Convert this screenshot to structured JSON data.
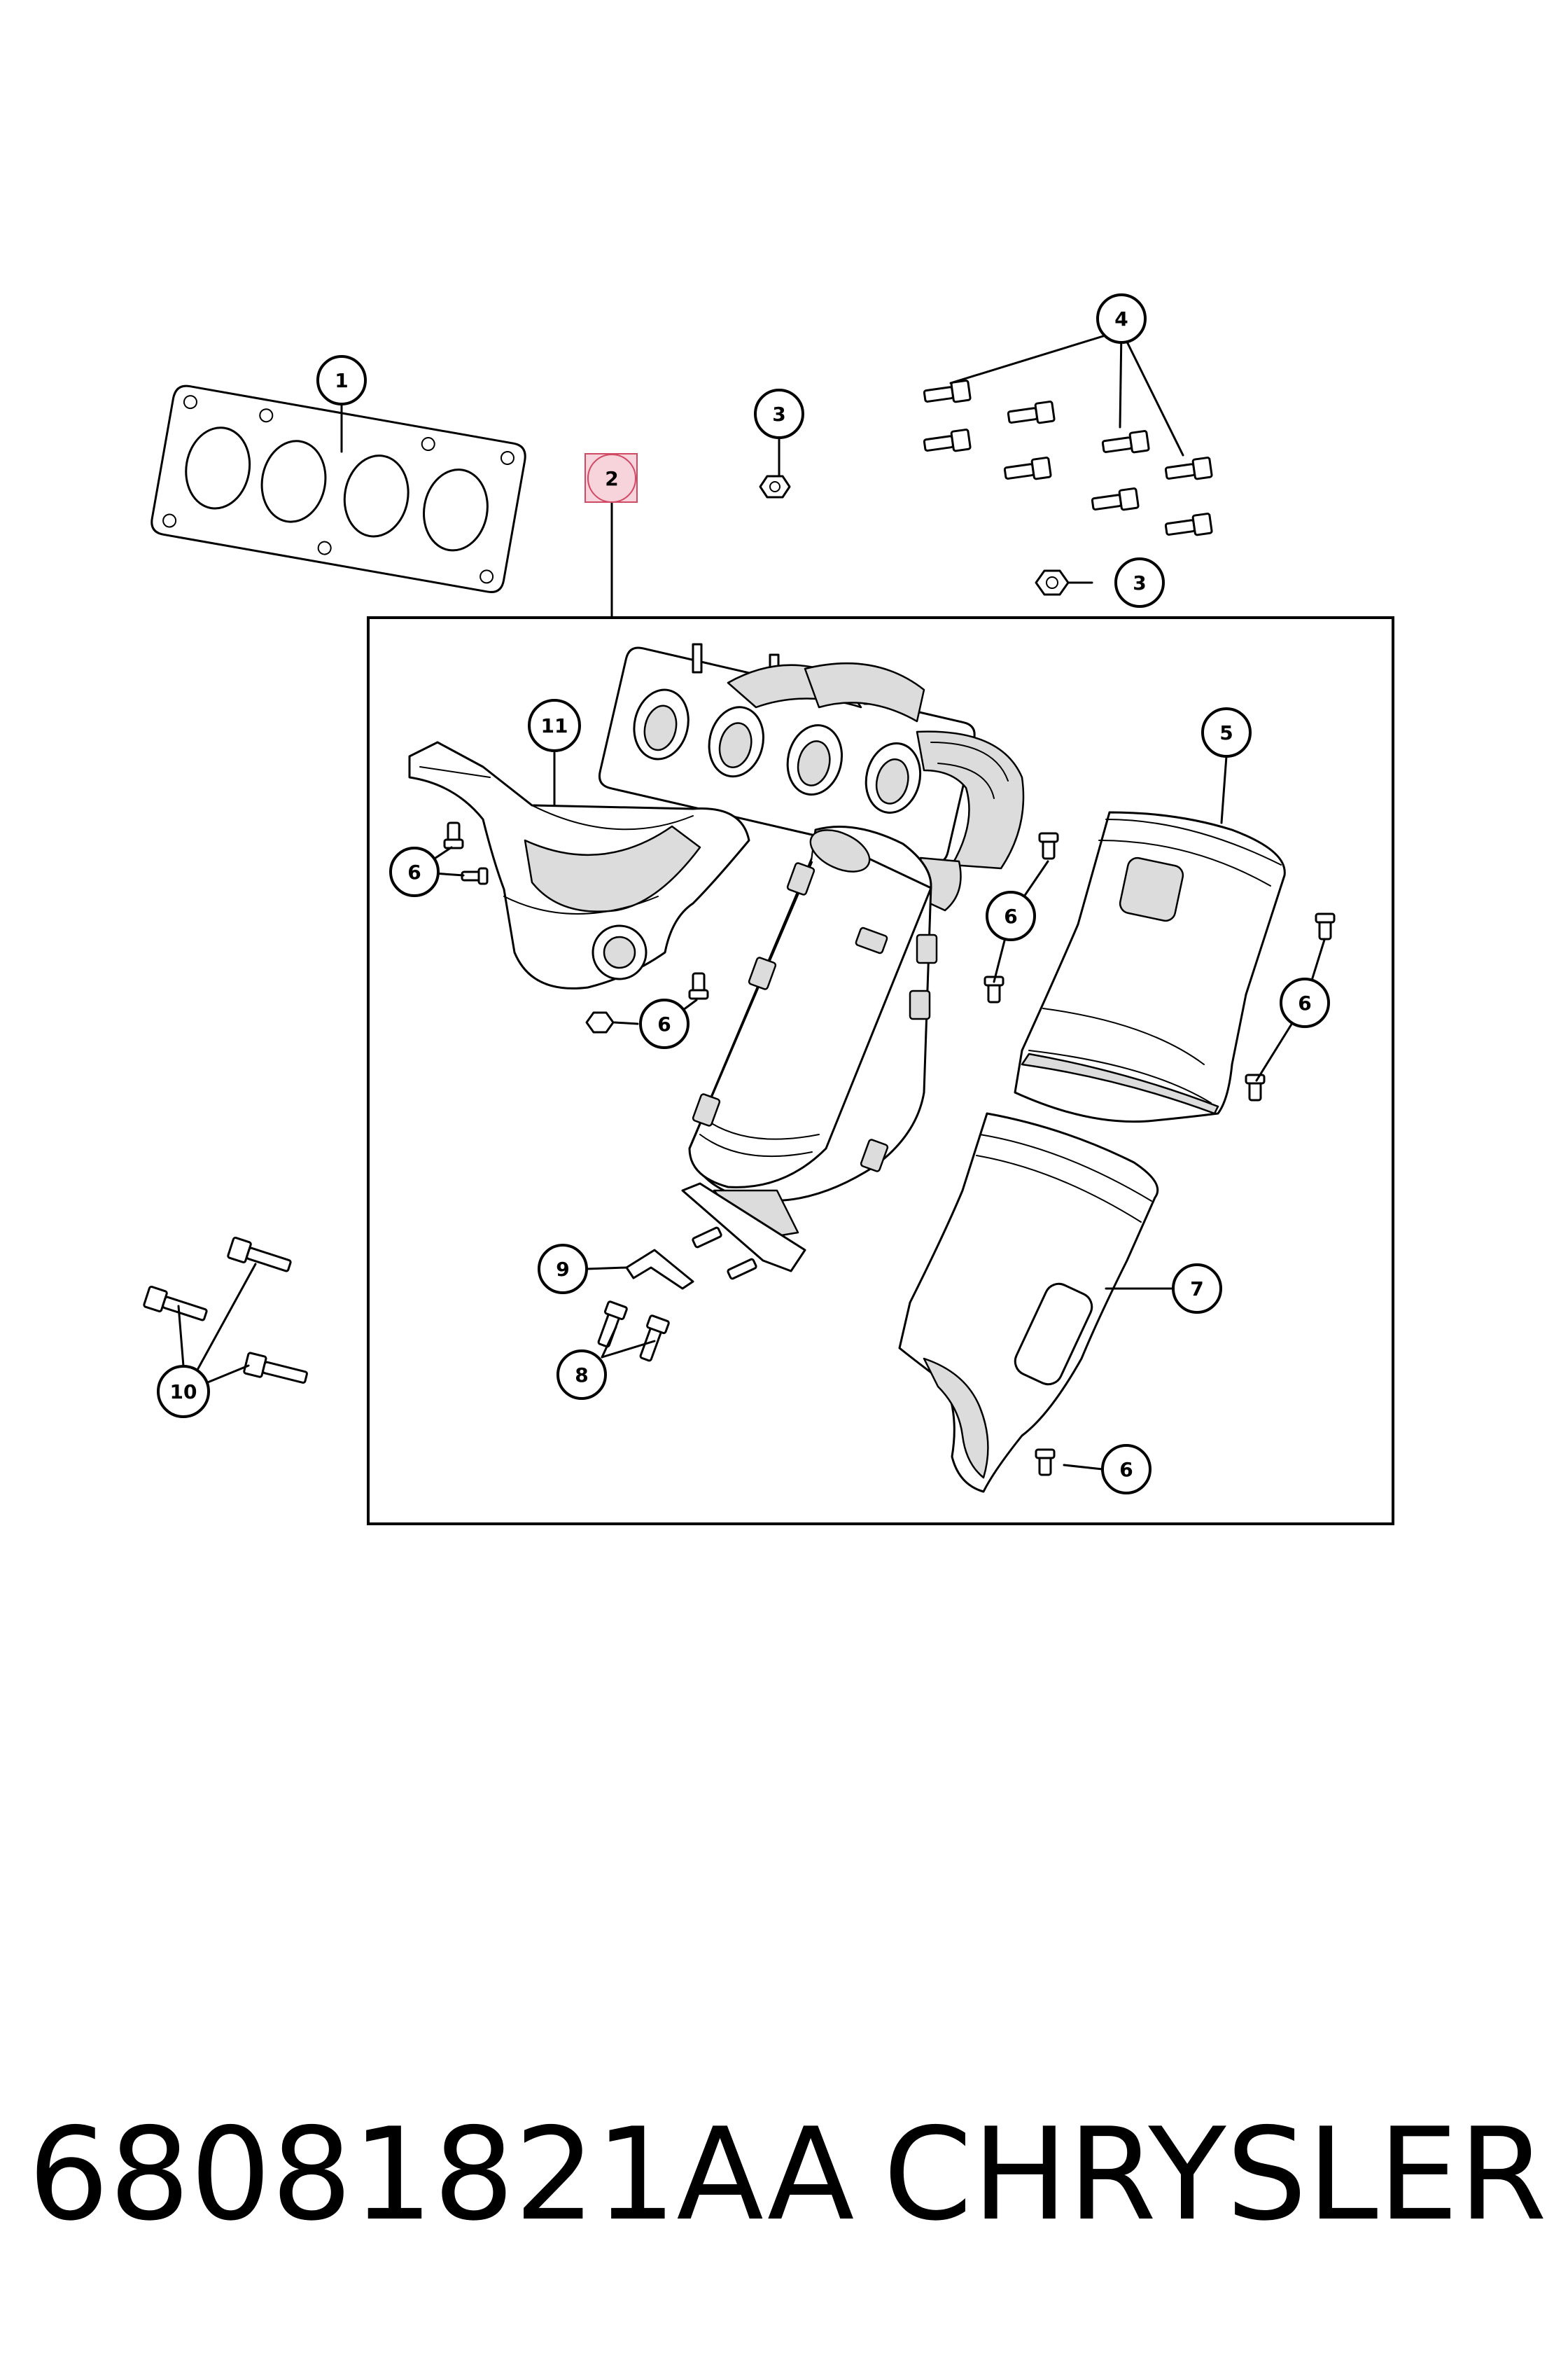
{
  "callouts": [
    {
      "label": "1",
      "part": "manifold-gasket"
    },
    {
      "label": "2",
      "part": "manifold-converter-assembly",
      "highlight": true
    },
    {
      "label": "3",
      "part": "nut"
    },
    {
      "label": "3",
      "part": "nut"
    },
    {
      "label": "4",
      "part": "bolts"
    },
    {
      "label": "5",
      "part": "heat-shield-upper"
    },
    {
      "label": "6",
      "part": "bolt"
    },
    {
      "label": "6",
      "part": "bolt"
    },
    {
      "label": "6",
      "part": "bolt"
    },
    {
      "label": "6",
      "part": "bolt"
    },
    {
      "label": "6",
      "part": "bolt"
    },
    {
      "label": "7",
      "part": "heat-shield-lower"
    },
    {
      "label": "8",
      "part": "studs"
    },
    {
      "label": "9",
      "part": "bracket"
    },
    {
      "label": "10",
      "part": "bolts"
    },
    {
      "label": "11",
      "part": "heat-shield-manifold"
    }
  ],
  "footer": {
    "part_number": "68081821AA",
    "brand": "CHRYSLER"
  },
  "colors": {
    "highlight_fill": "#f7d3dc",
    "highlight_stroke": "#d04a64",
    "line": "#000000"
  }
}
